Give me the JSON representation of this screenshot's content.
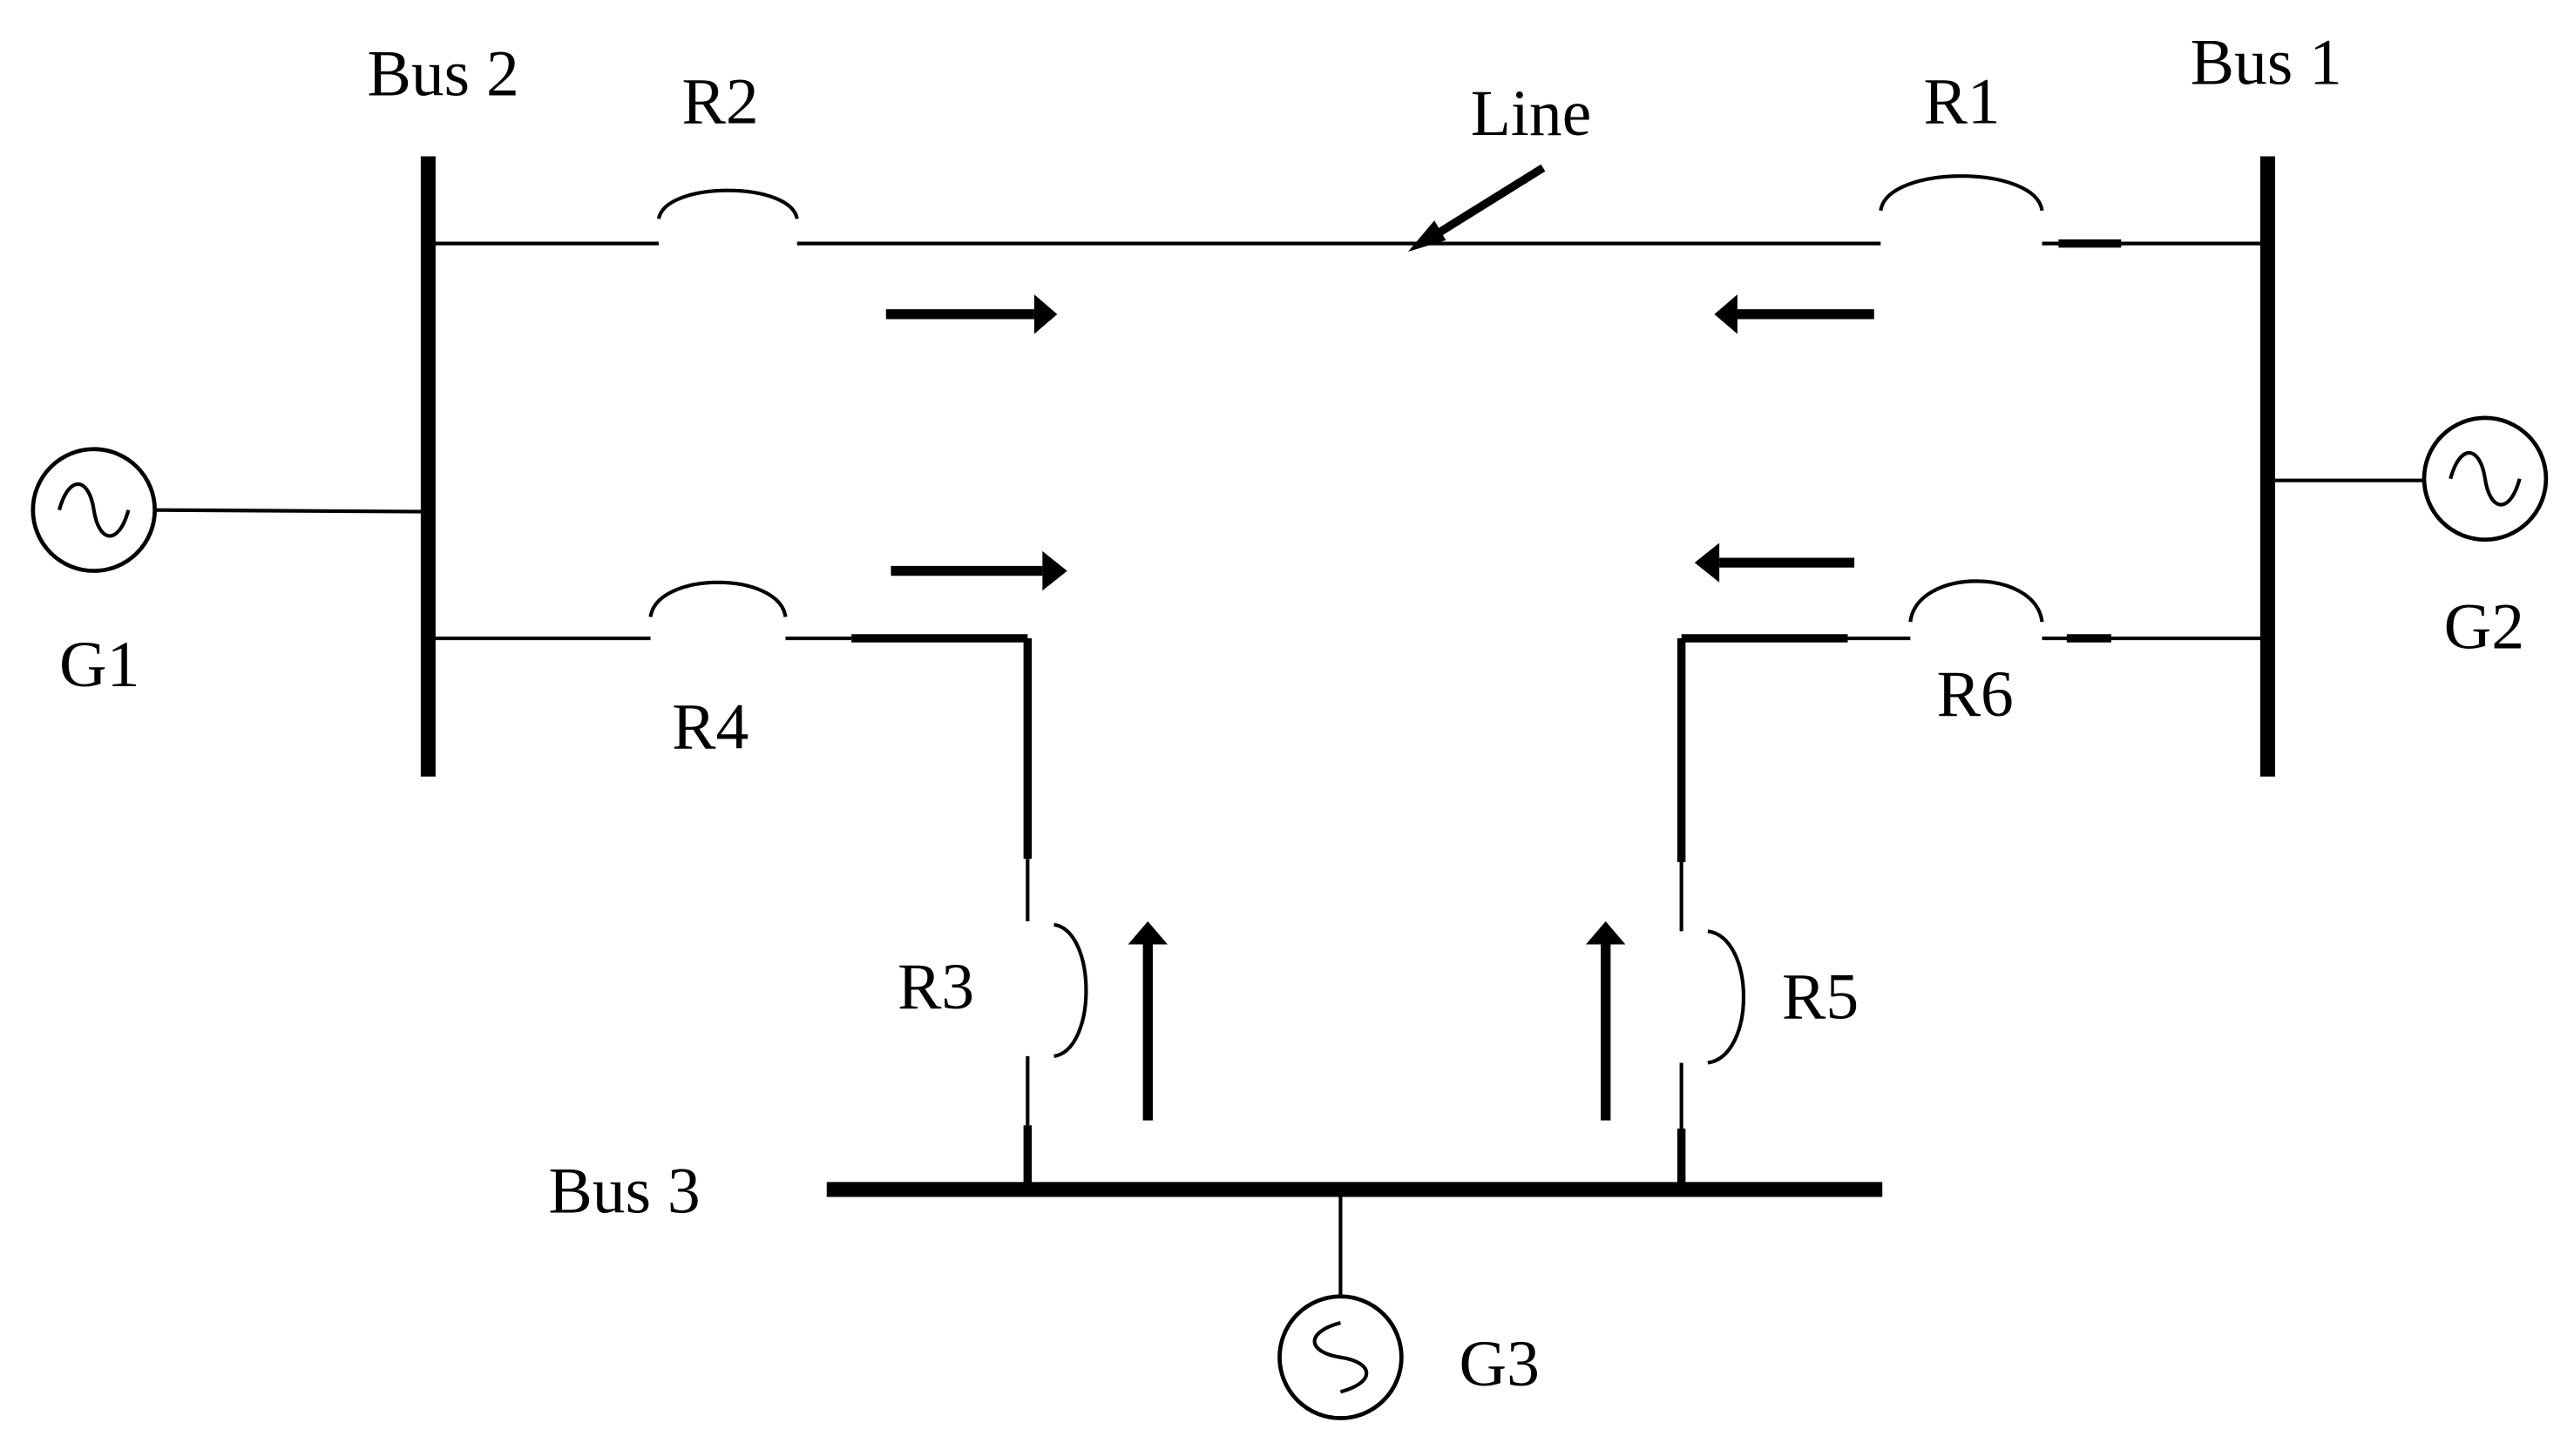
{
  "labels": {
    "bus1": "Bus 1",
    "bus2": "Bus 2",
    "bus3": "Bus 3",
    "line": "Line",
    "r1": "R1",
    "r2": "R2",
    "r3": "R3",
    "r4": "R4",
    "r5": "R5",
    "r6": "R6",
    "g1": "G1",
    "g2": "G2",
    "g3": "G3"
  }
}
